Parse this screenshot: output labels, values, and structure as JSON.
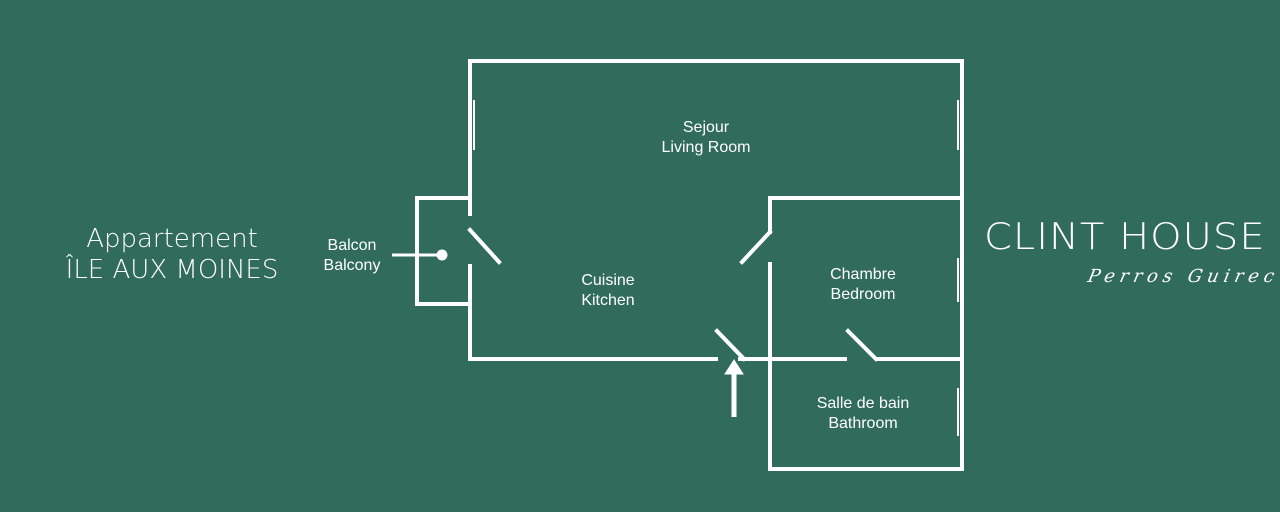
{
  "colors": {
    "background": "#306b5b",
    "lines": "#ffffff"
  },
  "title": {
    "line1": "Appartement",
    "line2": "ÎLE AUX MOINES"
  },
  "rooms": {
    "living": {
      "fr": "Sejour",
      "en": "Living Room"
    },
    "kitchen": {
      "fr": "Cuisine",
      "en": "Kitchen"
    },
    "bedroom": {
      "fr": "Chambre",
      "en": "Bedroom"
    },
    "bathroom": {
      "fr": "Salle de bain",
      "en": "Bathroom"
    },
    "balcony": {
      "fr": "Balcon",
      "en": "Balcony"
    }
  },
  "brand": {
    "name": "CLINT HOUSE",
    "tagline": "Perros Guirec"
  },
  "icons": {
    "entrance": "entrance-arrow-icon"
  }
}
